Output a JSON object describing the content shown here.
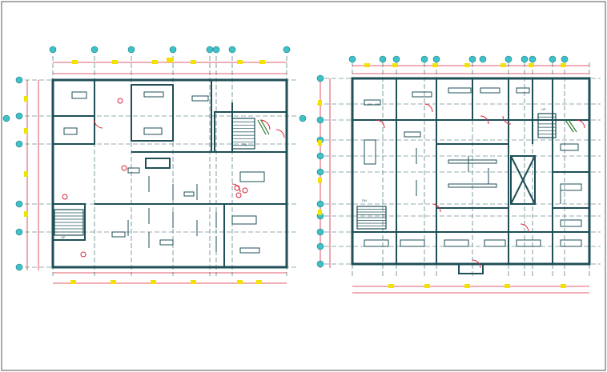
{
  "drawing": {
    "sheet_border_color": "#555555",
    "wall_color": "#1f4f57",
    "grid_line_color": "#2a5f66",
    "dimension_color": "#d7263d",
    "grid_bubble_color": "#3fc1c9",
    "dimension_tag_color": "#f2e200",
    "door_swing_color": "#d7263d",
    "stair_hatch_color": "#2e7d32",
    "annotation_color": "#1f4f57"
  },
  "plans": [
    {
      "id": "left-plan",
      "room_labels": [
        "DN",
        "UP"
      ]
    },
    {
      "id": "right-plan",
      "room_labels": [
        "DN",
        "UP"
      ]
    }
  ]
}
